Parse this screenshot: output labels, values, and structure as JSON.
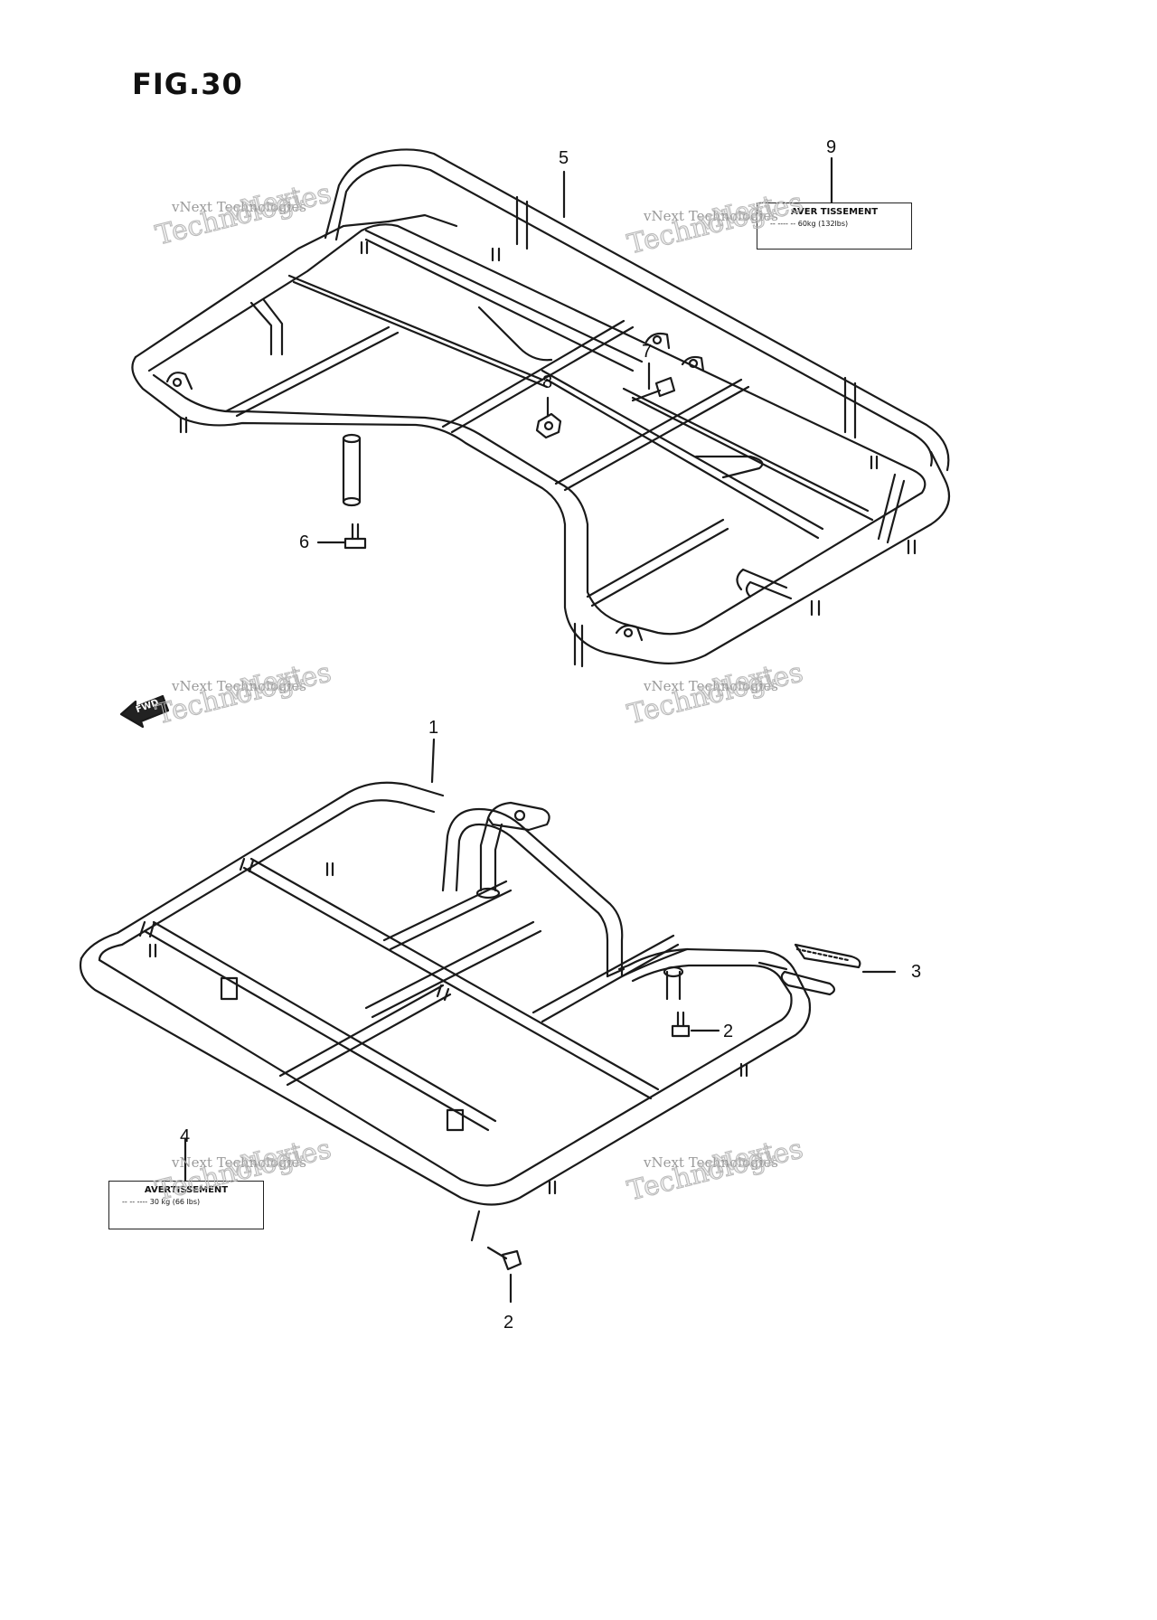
{
  "figure": {
    "title": "FIG.30"
  },
  "callouts": [
    {
      "id": "c1",
      "text": "1"
    },
    {
      "id": "c2a",
      "text": "2"
    },
    {
      "id": "c2b",
      "text": "2"
    },
    {
      "id": "c3",
      "text": "3"
    },
    {
      "id": "c4",
      "text": "4"
    },
    {
      "id": "c5",
      "text": "5"
    },
    {
      "id": "c6",
      "text": "6"
    },
    {
      "id": "c7",
      "text": "7"
    },
    {
      "id": "c8",
      "text": "8"
    },
    {
      "id": "c9",
      "text": "9"
    }
  ],
  "warning_labels": {
    "top": {
      "heading": "AVER TISSEMENT",
      "line1": "-- ---- -- 60kg (132lbs)"
    },
    "bottom": {
      "heading": "AVERTISSEMENT",
      "line1": "-- -- ---- 30 kg (66 lbs)"
    }
  },
  "direction_arrow": {
    "text": "FWD"
  },
  "watermark": {
    "brand": "vNext",
    "small": "vNext Technologies",
    "large": "Technologies"
  }
}
